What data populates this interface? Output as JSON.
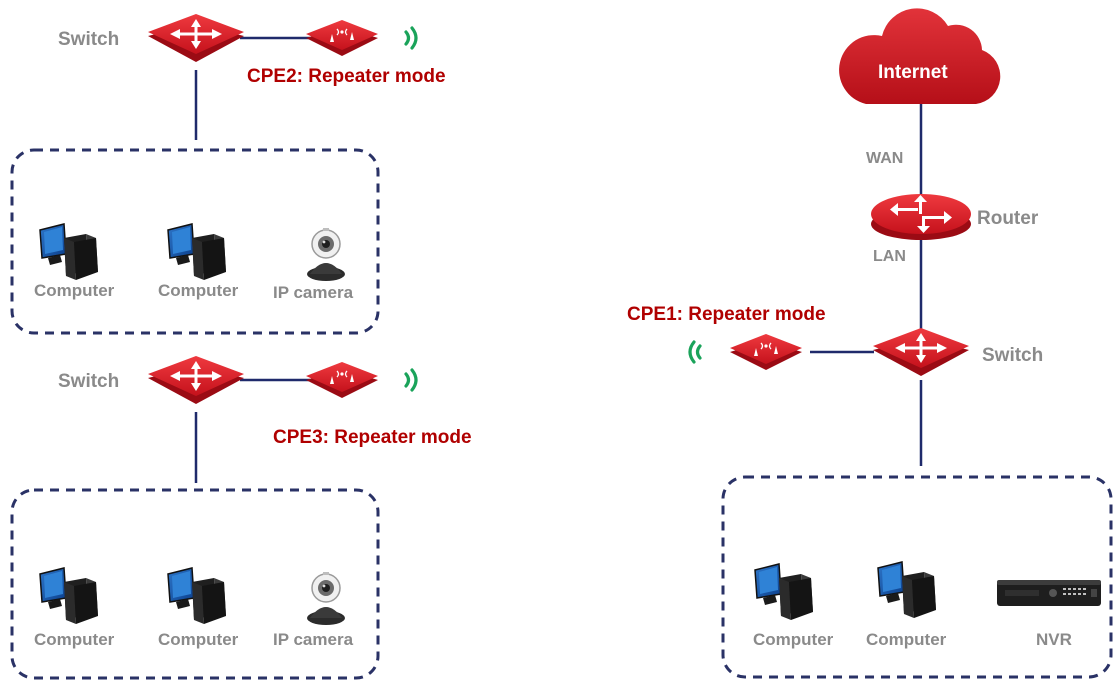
{
  "labels": {
    "internet": "Internet",
    "wan": "WAN",
    "lan": "LAN",
    "router": "Router",
    "switch": "Switch",
    "computer": "Computer",
    "ip_camera": "IP camera",
    "nvr": "NVR",
    "cpe1": "CPE1: Repeater mode",
    "cpe2": "CPE2: Repeater mode",
    "cpe3": "CPE3: Repeater mode"
  },
  "colors": {
    "device_red": "#d21f2b",
    "label_red": "#b00000",
    "label_gray": "#8a8a8a",
    "link_navy": "#1f2a6b",
    "signal_green": "#1aa35a"
  }
}
